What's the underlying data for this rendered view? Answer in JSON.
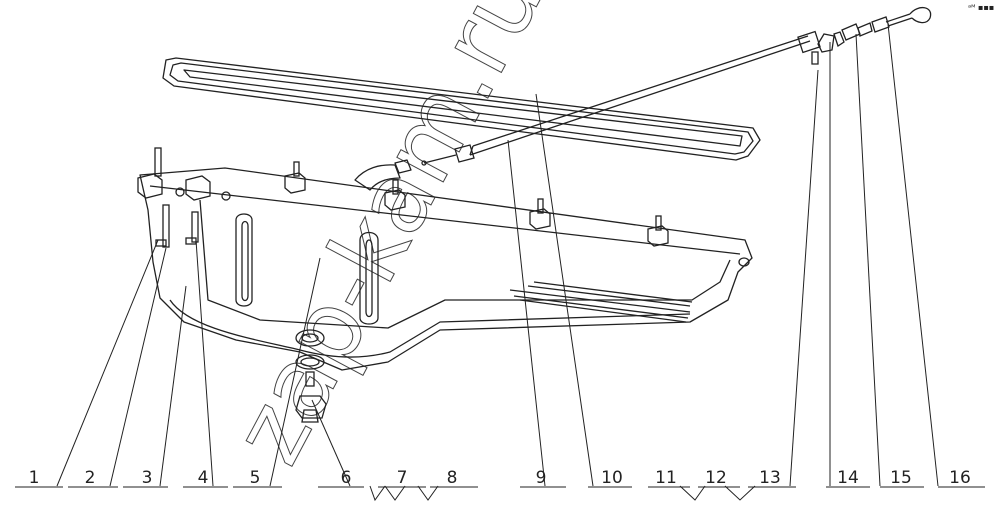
{
  "corner_mark": "ᵃᴹ ▪▪▪",
  "watermark": "zap-kam.ru",
  "callouts": [
    {
      "label": "1"
    },
    {
      "label": "2"
    },
    {
      "label": "3"
    },
    {
      "label": "4"
    },
    {
      "label": "5"
    },
    {
      "label": "6"
    },
    {
      "label": "7"
    },
    {
      "label": "8"
    },
    {
      "label": "9"
    },
    {
      "label": "10"
    },
    {
      "label": "11"
    },
    {
      "label": "12"
    },
    {
      "label": "13"
    },
    {
      "label": "14"
    },
    {
      "label": "15"
    },
    {
      "label": "16"
    }
  ]
}
